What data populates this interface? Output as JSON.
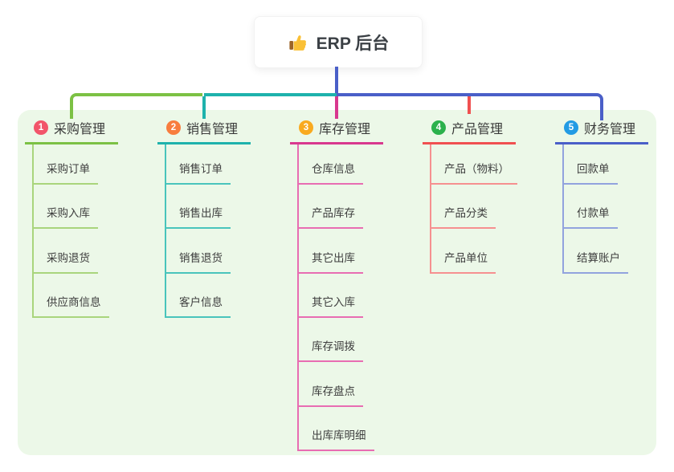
{
  "root": {
    "icon": "thumbs-up-icon",
    "label": "ERP 后台"
  },
  "colors": {
    "canvas_bg": "#ffffff",
    "panel_bg": "#ecf8e8",
    "root_connector": "#4a5fc8",
    "title_text": "#3a3a3a",
    "child_text": "#3e3e3e"
  },
  "branches": [
    {
      "num": "1",
      "title": "采购管理",
      "badge_color": "#f2556a",
      "line_color": "#7cc144",
      "child_line_color": "#a9d57c",
      "children": [
        "采购订单",
        "采购入库",
        "采购退货",
        "供应商信息"
      ]
    },
    {
      "num": "2",
      "title": "销售管理",
      "badge_color": "#f87d3e",
      "line_color": "#1eb2ac",
      "child_line_color": "#49c4bc",
      "children": [
        "销售订单",
        "销售出库",
        "销售退货",
        "客户信息"
      ]
    },
    {
      "num": "3",
      "title": "库存管理",
      "badge_color": "#f9aa1f",
      "line_color": "#d8388e",
      "child_line_color": "#e86db2",
      "children": [
        "仓库信息",
        "产品库存",
        "其它出库",
        "其它入库",
        "库存调拨",
        "库存盘点",
        "出库库明细"
      ]
    },
    {
      "num": "4",
      "title": "产品管理",
      "badge_color": "#2bb14c",
      "line_color": "#f05050",
      "child_line_color": "#f69090",
      "children": [
        "产品（物料）",
        "产品分类",
        "产品单位"
      ]
    },
    {
      "num": "5",
      "title": "财务管理",
      "badge_color": "#229be4",
      "line_color": "#4a5fc8",
      "child_line_color": "#92a3de",
      "children": [
        "回款单",
        "付款单",
        "结算账户"
      ]
    }
  ]
}
